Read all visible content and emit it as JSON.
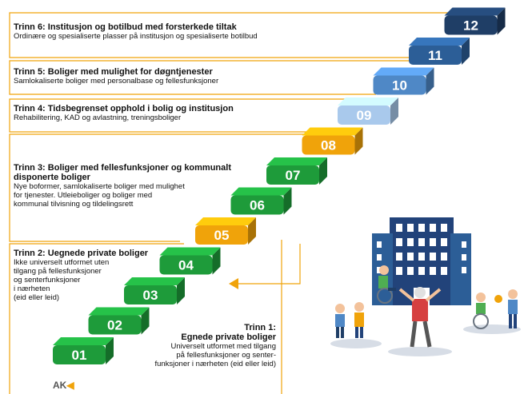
{
  "steps": [
    {
      "number": "01",
      "color": "#1e9b3a"
    },
    {
      "number": "02",
      "color": "#1e9b3a"
    },
    {
      "number": "03",
      "color": "#1e9b3a"
    },
    {
      "number": "04",
      "color": "#1e9b3a"
    },
    {
      "number": "05",
      "color": "#f0a30a"
    },
    {
      "number": "06",
      "color": "#1e9b3a"
    },
    {
      "number": "07",
      "color": "#1e9b3a"
    },
    {
      "number": "08",
      "color": "#f0a30a"
    },
    {
      "number": "09",
      "color": "#a9c9ec"
    },
    {
      "number": "10",
      "color": "#4f88c6"
    },
    {
      "number": "11",
      "color": "#2c5e97"
    },
    {
      "number": "12",
      "color": "#1f3e66"
    }
  ],
  "levels": {
    "t6": {
      "title": "Trinn 6: Institusjon og botilbud med forsterkede tiltak",
      "desc": "Ordinære og spesialiserte plasser på institusjon og spesialiserte botilbud"
    },
    "t5": {
      "title": "Trinn 5: Boliger med mulighet for døgntjenester",
      "desc": "Samlokaliserte boliger med personalbase og fellesfunksjoner"
    },
    "t4": {
      "title": "Trinn 4: Tidsbegrenset opphold i bolig og institusjon",
      "desc": "Rehabilitering, KAD og avlastning, treningsboliger"
    },
    "t3": {
      "title_1": "Trinn 3: Boliger med fellesfunksjoner og kommunalt",
      "title_2": "disponerte boliger",
      "desc_1": "Nye boformer, samlokaliserte boliger med mulighet",
      "desc_2": "for tjenester. Utleieboliger og boliger med",
      "desc_3": "kommunal tilvisning og tildelingsrett"
    },
    "t2": {
      "title": "Trinn 2: Uegnede private boliger",
      "desc_1": "Ikke universelt utformet uten",
      "desc_2": "tilgang på fellesfunksjoner",
      "desc_3": "og senterfunksjoner",
      "desc_4": "i nærheten",
      "desc_5": "(eid eller leid)"
    },
    "t1": {
      "title_1": "Trinn 1:",
      "title_2": "Egnede private boliger",
      "desc_1": "Universelt utformet med tilgang",
      "desc_2": "på fellesfunksjoner og senter-",
      "desc_3": "funksjoner i nærheten (eid eller leid)"
    }
  },
  "colors": {
    "frame": "#f0a30a",
    "arrow": "#f0a30a",
    "building": "#22437a",
    "green": "#1e9b3a"
  },
  "logo_text": "AK"
}
